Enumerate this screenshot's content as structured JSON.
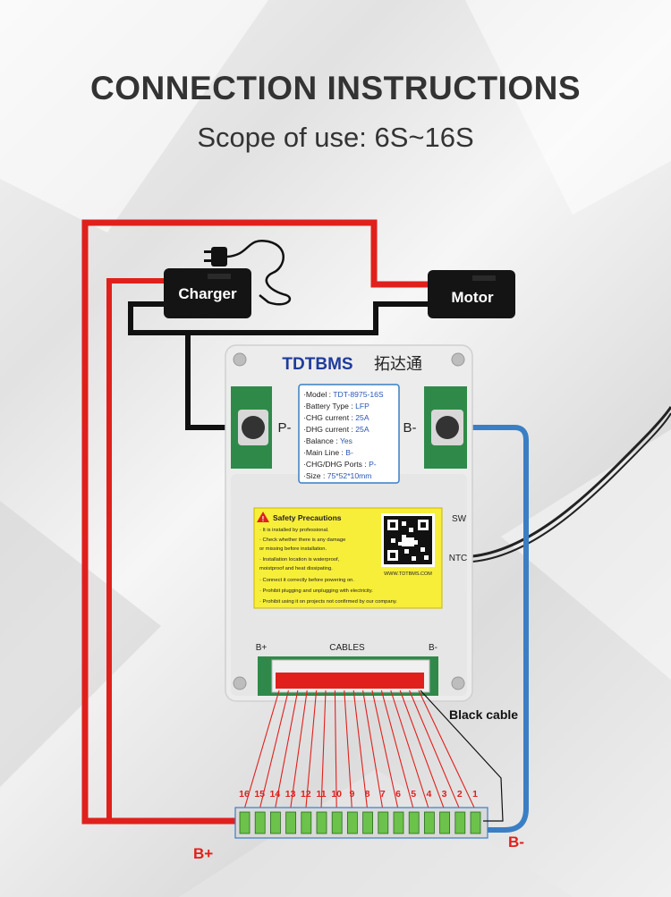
{
  "header": {
    "title": "CONNECTION INSTRUCTIONS",
    "subtitle": "Scope of use: 6S~16S"
  },
  "devices": {
    "charger": "Charger",
    "motor": "Motor"
  },
  "board": {
    "brand": "TDTBMS",
    "brand_cn": "拓达通",
    "p_minus": "P-",
    "b_minus": "B-",
    "sw": "SW",
    "ntc": "NTC",
    "cables": "CABLES",
    "cable_bplus": "B+",
    "cable_bminus": "B-",
    "specs": [
      {
        "k": "·Model : ",
        "v": "TDT-8975-16S"
      },
      {
        "k": "·Battery Type : ",
        "v": "LFP"
      },
      {
        "k": "·CHG current : ",
        "v": "25A"
      },
      {
        "k": "·DHG current : ",
        "v": "25A"
      },
      {
        "k": "·Balance : ",
        "v": "Yes"
      },
      {
        "k": "·Main Line : ",
        "v": "B-"
      },
      {
        "k": "·CHG/DHG Ports : ",
        "v": "P-"
      },
      {
        "k": "·Size : ",
        "v": "75*52*10mm"
      }
    ],
    "safety_title": "Safety Precautions",
    "safety_items": [
      "· It is installed by professional.",
      "· Check whether there is any damage",
      "  or missing before installation.",
      "· Installation location is waterproof,",
      "  moistproof and heat dissipating.",
      "· Connect it correctly before powering on.",
      "· Prohibit plugging and unplugging with electricity.",
      "· Prohibit using it on projects not confirmed by our company."
    ],
    "qr_url": "WWW.TDTBMS.COM"
  },
  "labels": {
    "black_cable": "Black cable",
    "b_plus": "B+",
    "b_minus": "B-"
  },
  "cells": [
    "16",
    "15",
    "14",
    "13",
    "12",
    "11",
    "10",
    "9",
    "8",
    "7",
    "6",
    "5",
    "4",
    "3",
    "2",
    "1"
  ],
  "colors": {
    "red": "#e0201c",
    "blue": "#3a7fc4",
    "black": "#111111",
    "board": "#ececec",
    "label_yellow": "#f7ee3a",
    "spec_value": "#2a55b8"
  }
}
